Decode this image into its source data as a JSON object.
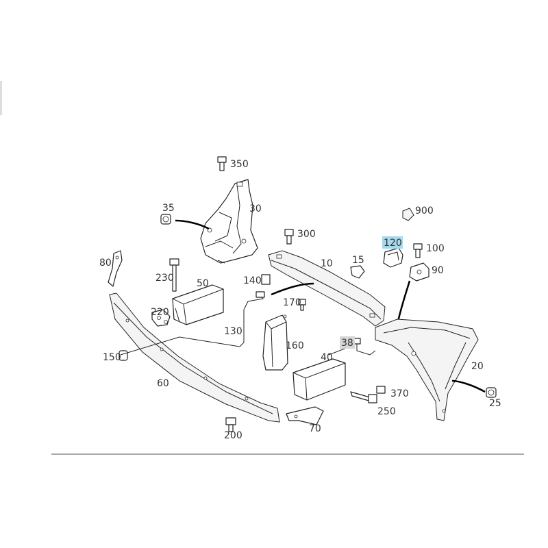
{
  "diagram": {
    "callouts": [
      {
        "key": "350",
        "text": "350"
      },
      {
        "key": "30",
        "text": "30"
      },
      {
        "key": "35",
        "text": "35"
      },
      {
        "key": "300",
        "text": "300"
      },
      {
        "key": "900",
        "text": "900"
      },
      {
        "key": "120",
        "text": "120",
        "highlight": "#a8d8ea"
      },
      {
        "key": "100",
        "text": "100"
      },
      {
        "key": "80",
        "text": "80"
      },
      {
        "key": "15",
        "text": "15"
      },
      {
        "key": "10",
        "text": "10"
      },
      {
        "key": "90",
        "text": "90"
      },
      {
        "key": "230",
        "text": "230"
      },
      {
        "key": "50",
        "text": "50"
      },
      {
        "key": "140",
        "text": "140"
      },
      {
        "key": "170",
        "text": "170"
      },
      {
        "key": "220",
        "text": "220"
      },
      {
        "key": "130",
        "text": "130"
      },
      {
        "key": "380",
        "text": "38",
        "highlight": "#d6d6d6"
      },
      {
        "key": "160",
        "text": "160"
      },
      {
        "key": "150",
        "text": "150"
      },
      {
        "key": "40",
        "text": "40"
      },
      {
        "key": "20",
        "text": "20"
      },
      {
        "key": "60",
        "text": "60"
      },
      {
        "key": "370",
        "text": "370"
      },
      {
        "key": "25",
        "text": "25"
      },
      {
        "key": "250",
        "text": "250"
      },
      {
        "key": "200",
        "text": "200"
      },
      {
        "key": "70",
        "text": "70"
      }
    ],
    "colors": {
      "line": "#222222",
      "text": "#333333",
      "highlight_120": "#a8d8ea",
      "highlight_380": "#d6d6d6"
    }
  }
}
